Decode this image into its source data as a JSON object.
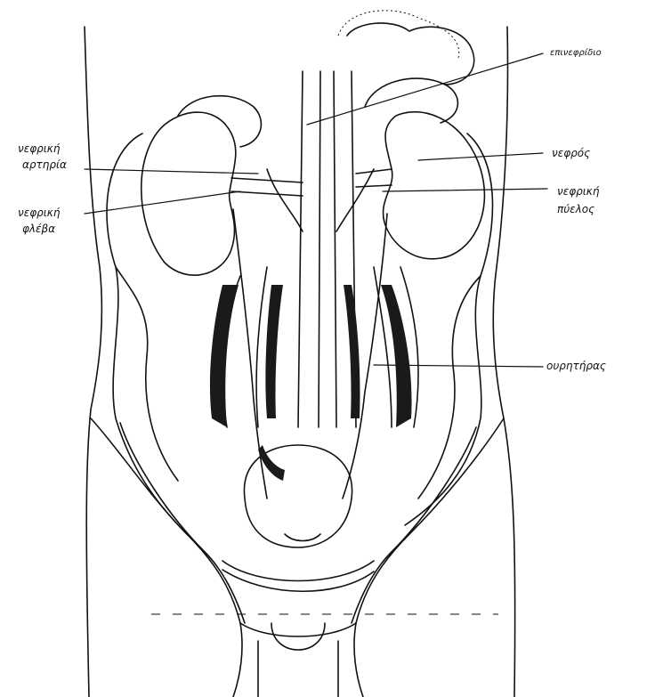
{
  "labels": {
    "adrenal": "επινεφρίδιο",
    "renal_artery_1": "νεφρική",
    "renal_artery_2": "αρτηρία",
    "renal_vein_1": "νεφρική",
    "renal_vein_2": "φλέβα",
    "kidney": "νεφρός",
    "renal_pelvis_1": "νεφρική",
    "renal_pelvis_2": "πύελος",
    "ureter": "ουρητήρας"
  },
  "colors": {
    "ink": "#111111",
    "paper": "#ffffff",
    "shade": "#1a1a1a"
  }
}
